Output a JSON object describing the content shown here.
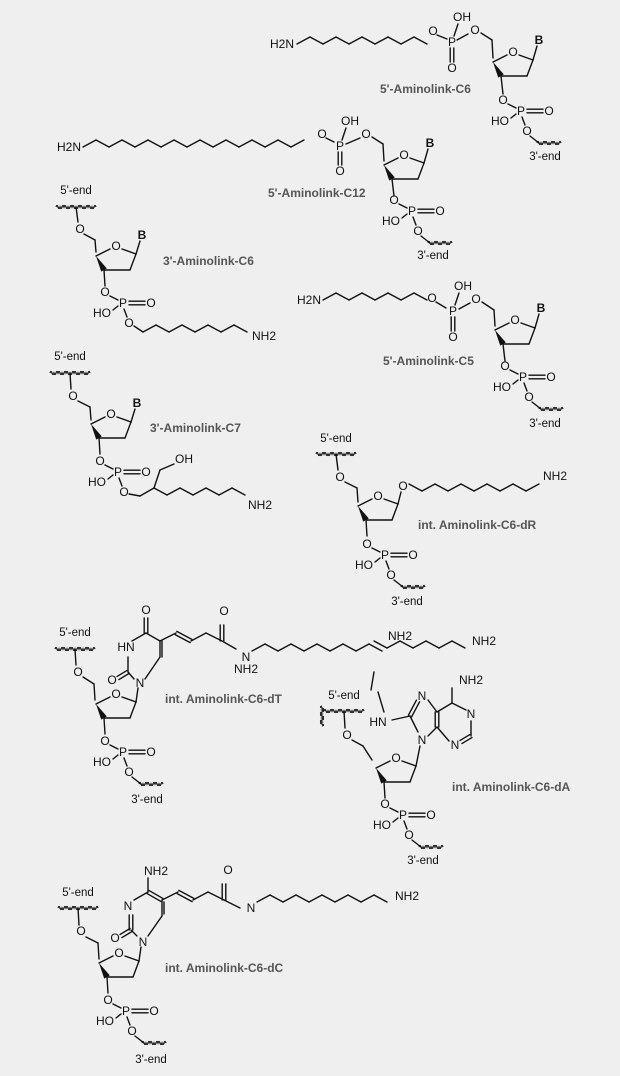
{
  "labels": {
    "nh2": "NH2",
    "h2n": "H2N",
    "oh": "OH",
    "ho": "HO",
    "o": "O",
    "p": "P",
    "b": "B",
    "n": "N",
    "hn": "HN",
    "end5": "5'-end",
    "end3": "3'-end"
  },
  "captions": {
    "c6_5": "5'-Aminolink-C6",
    "c12_5": "5'-Aminolink-C12",
    "c6_3": "3'-Aminolink-C6",
    "c5_5": "5'-Aminolink-C5",
    "c7_3": "3'-Aminolink-C7",
    "c6_dr": "int. Aminolink-C6-dR",
    "c6_dt": "int. Aminolink-C6-dT",
    "c6_da": "int. Aminolink-C6-dA",
    "c6_dc": "int. Aminolink-C6-dC"
  }
}
